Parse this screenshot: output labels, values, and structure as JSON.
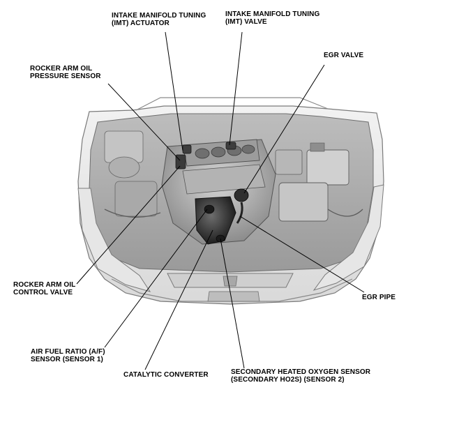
{
  "labels": {
    "imt_actuator": {
      "line1": "INTAKE MANIFOLD TUNING",
      "line2": "(IMT) ACTUATOR"
    },
    "imt_valve": {
      "line1": "INTAKE MANIFOLD TUNING",
      "line2": "(IMT) VALVE"
    },
    "egr_valve": {
      "line1": "EGR VALVE"
    },
    "rocker_arm_oil_pressure_sensor": {
      "line1": "ROCKER ARM OIL",
      "line2": "PRESSURE SENSOR"
    },
    "rocker_arm_oil_control_valve": {
      "line1": "ROCKER ARM OIL",
      "line2": "CONTROL VALVE"
    },
    "egr_pipe": {
      "line1": "EGR PIPE"
    },
    "af_sensor": {
      "line1": "AIR FUEL RATIO (A/F)",
      "line2": "SENSOR (SENSOR 1)"
    },
    "catalytic_converter": {
      "line1": "CATALYTIC CONVERTER"
    },
    "secondary_ho2s": {
      "line1": "SECONDARY HEATED OXYGEN SENSOR",
      "line2": "(SECONDARY HO2S) (SENSOR 2)"
    }
  }
}
